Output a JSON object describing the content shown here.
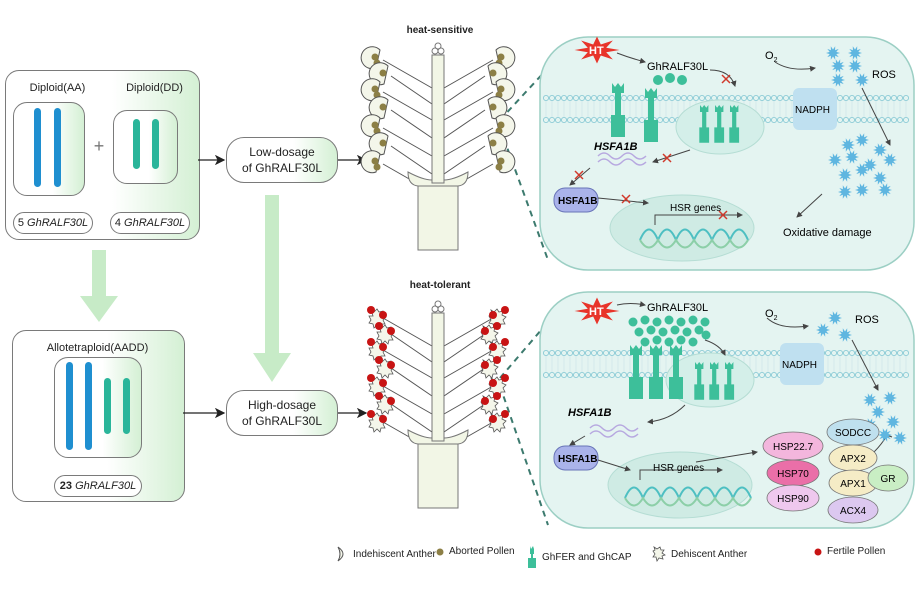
{
  "diploid_panel": {
    "aa_label": "Diploid(AA)",
    "dd_label": "Diploid(DD)",
    "plus": "+",
    "aa_count": "5",
    "dd_count": "4",
    "gene": "GhRALF30L"
  },
  "allotetraploid_panel": {
    "label": "Allotetraploid(AADD)",
    "count": "23",
    "gene": "GhRALF30L"
  },
  "dosage": {
    "low_line1": "Low-dosage",
    "low_line2": "of GhRALF30L",
    "high_line1": "High-dosage",
    "high_line2": "of GhRALF30L"
  },
  "flowers": {
    "top_label": "heat-sensitive",
    "bottom_label": "heat-tolerant"
  },
  "cell_top": {
    "ht": "HT",
    "ligand": "GhRALF30L",
    "o2": "O",
    "o2_sub": "2",
    "ros": "ROS",
    "nadph": "NADPH",
    "hsfa1b_mrna": "HSFA1B",
    "hsfa1b_protein": "HSFA1B",
    "hsr_genes": "HSR genes",
    "oxidative": "Oxidative damage"
  },
  "cell_bottom": {
    "ht": "HT",
    "ligand": "GhRALF30L",
    "o2": "O",
    "o2_sub": "2",
    "ros": "ROS",
    "nadph": "NADPH",
    "hsfa1b_mrna": "HSFA1B",
    "hsfa1b_protein": "HSFA1B",
    "hsr_genes": "HSR genes",
    "proteins": [
      {
        "label": "HSP22.7",
        "color": "#f3b6dd"
      },
      {
        "label": "HSP70",
        "color": "#ea6fa8"
      },
      {
        "label": "HSP90",
        "color": "#efc8ee"
      },
      {
        "label": "SODCC",
        "color": "#bfe0ee"
      },
      {
        "label": "APX2",
        "color": "#f5ecc6"
      },
      {
        "label": "APX1",
        "color": "#f5ecc6"
      },
      {
        "label": "ACX4",
        "color": "#dcc8f0"
      },
      {
        "label": "GR",
        "color": "#c9eec4"
      }
    ]
  },
  "legend": {
    "indehiscent": "Indehiscent Anther",
    "aborted": "Aborted Pollen",
    "receptor": "GhFER and GhCAP",
    "dehiscent": "Dehiscent Anther",
    "fertile": "Fertile Pollen"
  },
  "colors": {
    "chrom_a": "#1f8fd0",
    "chrom_d": "#2ab59a",
    "receptor": "#3dbf9a",
    "aborted_pollen": "#8c7f45",
    "fertile_pollen": "#c81414",
    "ros": "#5fb6e0",
    "cell_fill": "#e4f4f1",
    "ht": "#e8342a"
  }
}
